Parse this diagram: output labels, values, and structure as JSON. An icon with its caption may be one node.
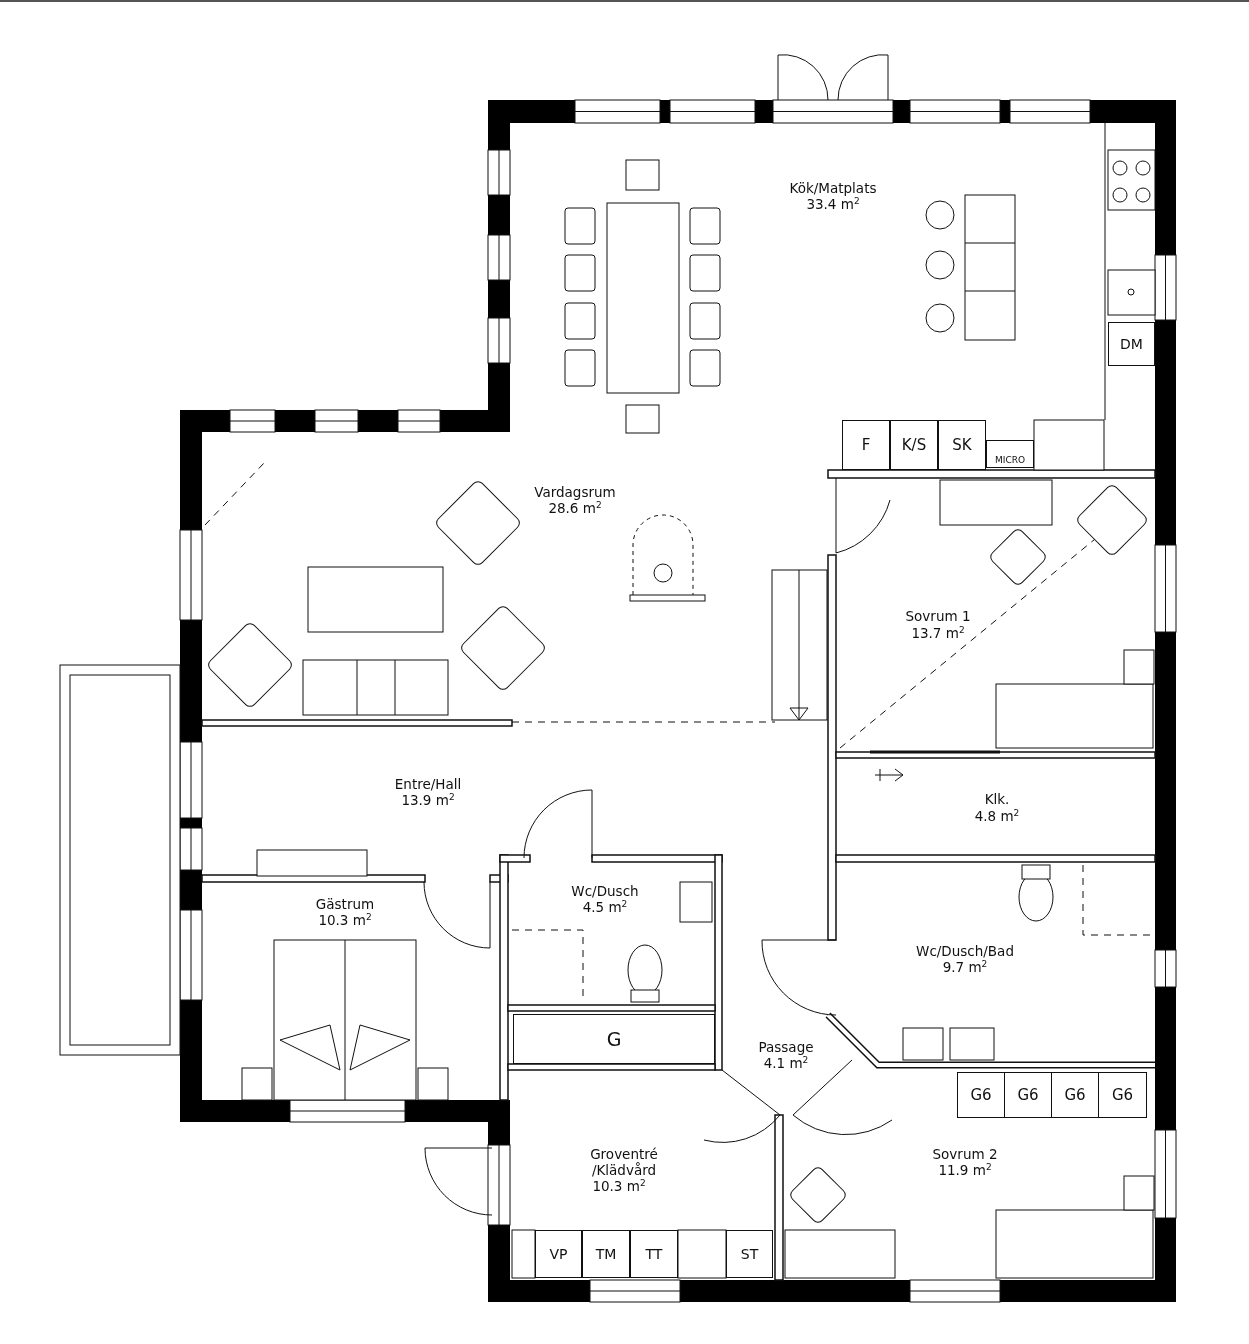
{
  "diagram": {
    "nodes": [
      {
        "text": [
          "DM"
        ]
      },
      {
        "text": [
          "F"
        ]
      },
      {
        "text": [
          "K/S"
        ]
      },
      {
        "text": [
          "SK"
        ]
      },
      {
        "text": [
          "MICRO"
        ]
      },
      {
        "text": [
          "G"
        ]
      },
      {
        "text": [
          "G6"
        ]
      },
      {
        "text": [
          "G6"
        ]
      },
      {
        "text": [
          "G6"
        ]
      },
      {
        "text": [
          "G6"
        ]
      },
      {
        "text": [
          "VP"
        ]
      },
      {
        "text": [
          "TM"
        ]
      },
      {
        "text": [
          "TT"
        ]
      },
      {
        "text": [
          "ST"
        ]
      }
    ],
    "labels": [
      "Kök/Matplats",
      "33.4 m$^{2}$",
      "Vardagsrum",
      "28.6 m$^{2}$",
      "Sovrum 1",
      "13.7 m$^{2}$",
      "Entre/Hall",
      "13.9 m$^{2}$",
      "Klk.",
      "4.8 m$^{2}$",
      "Wc/Dusch",
      "4.5 m$^{2}$",
      "Gästrum",
      "10.3 m$^{2}$",
      "Wc/Dusch/Bad",
      "9.7 m$^{2}$",
      "Passage",
      "4.1 m$^{2}$",
      "Groventré /Klädvård",
      "10.3 m$^{2}$",
      "Sovrum 2",
      "11.9 m$^{2}$"
    ]
  }
}
